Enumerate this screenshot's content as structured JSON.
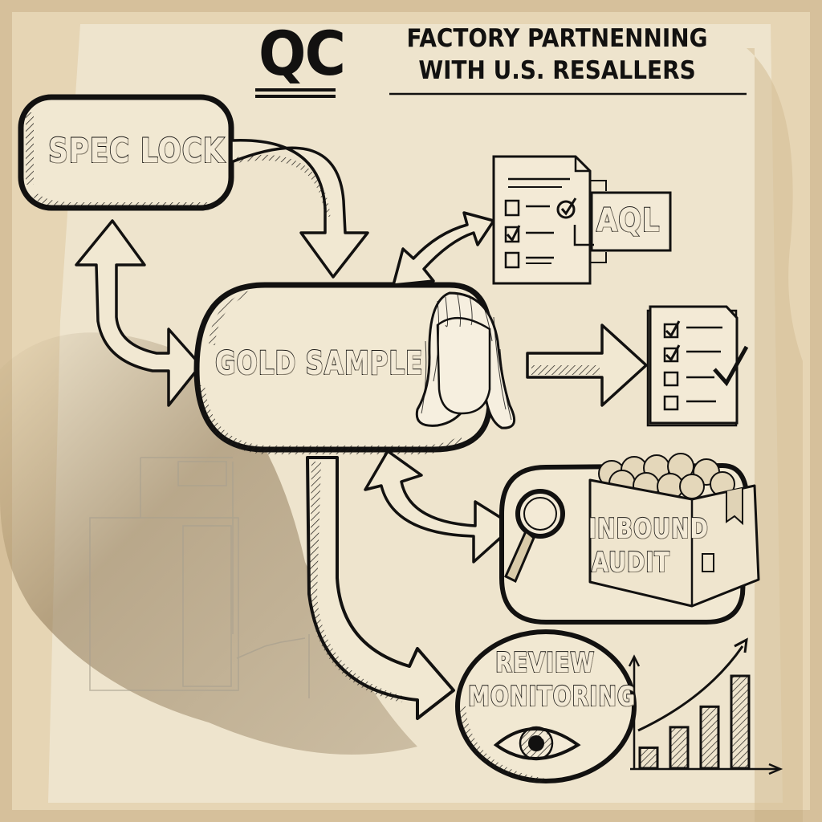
{
  "header": {
    "abbrev": "QC",
    "subtitle_line1": "FACTORY PARTNENNING",
    "subtitle_line2": "WITH U.S. RESALLERS"
  },
  "nodes": {
    "spec_lock": "SPEC LOCK",
    "gold_sample": "GOLD SAMPLE",
    "aql": "AQL",
    "inbound_audit_line1": "INBOUND",
    "inbound_audit_line2": "AUDIT",
    "review_monitoring_line1": "REVIEW",
    "review_monitoring_line2": "MONITORING"
  },
  "icons": {
    "aql_document": "checklist-document-icon",
    "approved_checklist": "approved-checklist-icon",
    "gold_sample_figure": "wig-head-icon",
    "inbound_audit": [
      "magnifying-glass-icon",
      "produce-box-icon"
    ],
    "review_monitoring": [
      "eye-icon",
      "growth-bar-chart-icon"
    ]
  },
  "flows": [
    {
      "from": "SPEC LOCK",
      "to": "GOLD SAMPLE",
      "direction": "one-way"
    },
    {
      "from": "SPEC LOCK",
      "to": "GOLD SAMPLE",
      "direction": "two-way"
    },
    {
      "from": "GOLD SAMPLE",
      "to": "AQL",
      "direction": "two-way"
    },
    {
      "from": "GOLD SAMPLE",
      "to": "approved checklist",
      "direction": "one-way"
    },
    {
      "from": "GOLD SAMPLE",
      "to": "INBOUND AUDIT",
      "direction": "two-way"
    },
    {
      "from": "GOLD SAMPLE",
      "to": "REVIEW MONITORING",
      "direction": "one-way"
    }
  ],
  "mini_chart": {
    "type": "bar",
    "trend": "rising",
    "relative_values": [
      1,
      2,
      3,
      4.5
    ]
  },
  "checklists": {
    "aql_doc_checked": [
      false,
      true,
      false
    ],
    "approved_doc_checked": [
      true,
      true,
      false,
      false
    ]
  }
}
